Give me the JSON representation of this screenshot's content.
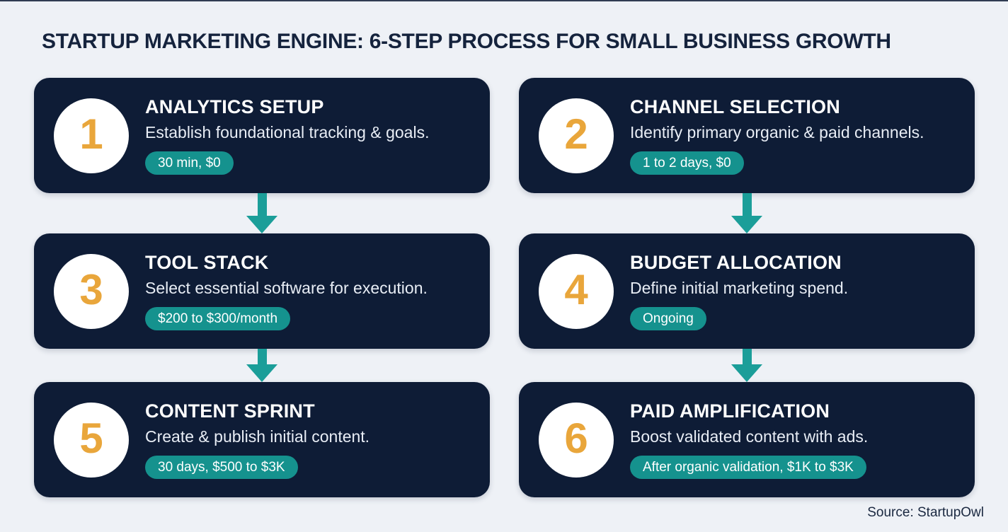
{
  "page": {
    "title": "STARTUP MARKETING ENGINE: 6-STEP PROCESS FOR SMALL BUSINESS GROWTH",
    "source": "Source: StartupOwl"
  },
  "colors": {
    "background": "#eef1f6",
    "card_bg": "#0e1c36",
    "badge_teal": "#15928e",
    "arrow_teal": "#1b9e99",
    "number_orange": "#e9a63b",
    "title_navy": "#15233d",
    "card_title": "#ffffff",
    "card_desc": "#e8edf5",
    "circle_bg": "#ffffff"
  },
  "steps": [
    {
      "number": "1",
      "title": "ANALYTICS SETUP",
      "description": "Establish foundational tracking & goals.",
      "badge": "30 min, $0"
    },
    {
      "number": "2",
      "title": "CHANNEL SELECTION",
      "description": "Identify primary organic & paid channels.",
      "badge": "1 to 2 days, $0"
    },
    {
      "number": "3",
      "title": "TOOL STACK",
      "description": "Select essential software for execution.",
      "badge": "$200 to $300/month"
    },
    {
      "number": "4",
      "title": "BUDGET ALLOCATION",
      "description": "Define initial marketing spend.",
      "badge": "Ongoing"
    },
    {
      "number": "5",
      "title": "CONTENT SPRINT",
      "description": "Create & publish initial content.",
      "badge": "30 days, $500 to $3K"
    },
    {
      "number": "6",
      "title": "PAID AMPLIFICATION",
      "description": "Boost validated content with ads.",
      "badge": "After organic validation, $1K to $3K"
    }
  ]
}
